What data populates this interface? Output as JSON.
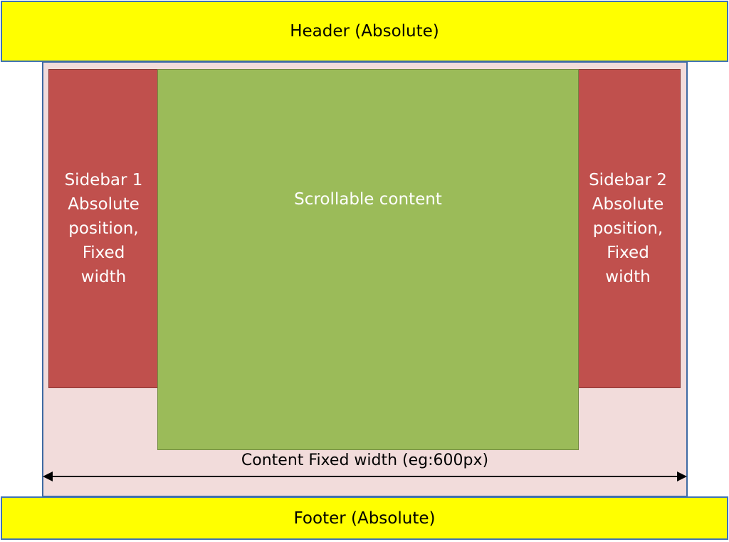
{
  "header": {
    "label": "Header (Absolute)"
  },
  "sidebar1": {
    "lines": [
      "Sidebar 1",
      "Absolute",
      "position,",
      "Fixed",
      "width"
    ]
  },
  "content": {
    "label": "Scrollable content"
  },
  "sidebar2": {
    "lines": [
      "Sidebar 2",
      "Absolute",
      "position,",
      "Fixed",
      "width"
    ]
  },
  "dimension": {
    "label": "Content Fixed width (eg:600px)"
  },
  "footer": {
    "label": "Footer (Absolute)"
  },
  "colors": {
    "header_footer": "#ffff00",
    "container": "#f2dcdb",
    "sidebar": "#c0504d",
    "content": "#9bbb59",
    "border": "#3f73b5"
  }
}
